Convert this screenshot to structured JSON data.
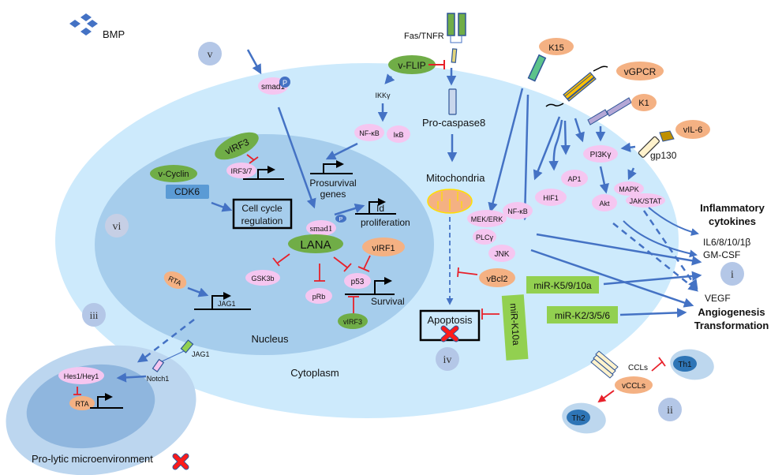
{
  "title": "KSHV signaling pathway diagram",
  "colors": {
    "cytoplasm": "#cdeafc",
    "nucleus": "#a6cdec",
    "arrow": "#4472c4",
    "inhibit": "#e8202a",
    "pink_node": "#f5c6f0",
    "green_node": "#70ad47",
    "orange_node": "#f4b183",
    "cdk_box": "#5b9bd5",
    "mirna_box": "#92d050",
    "roman_circle": "#b4c7e7"
  },
  "regions": {
    "nucleus": "Nucleus",
    "cytoplasm": "Cytoplasm",
    "microenvironment": "Pro-lytic microenvironment"
  },
  "roman_labels": [
    "i",
    "ii",
    "iii",
    "iv",
    "v",
    "vi"
  ],
  "ligands": {
    "bmp": "BMP",
    "fas": "Fas/TNFR",
    "k15": "K15",
    "vgpcr": "vGPCR",
    "k1": "K1",
    "vil6": "vIL-6",
    "gp130": "gp130"
  },
  "nodes": {
    "smad1_top": "smad1",
    "smad1_nuc": "smad1",
    "p": "P",
    "vflip": "v-FLIP",
    "ikk": "IKKγ",
    "nfkb_left": "NF-κB",
    "ikb": "IκB",
    "procaspase": "Pro-caspase8",
    "mitochondria": "Mitochondria",
    "virf3_top": "vIRF3",
    "irf37": "IRF3/7",
    "vcyclin": "v-Cyclin",
    "cdk6": "CDK6",
    "cellcycle_1": "Cell cycle",
    "cellcycle_2": "regulation",
    "prosurvival_1": "Prosurvival",
    "prosurvival_2": "genes",
    "id": "Id",
    "proliferation": "proliferation",
    "lana": "LANA",
    "virf1": "vIRF1",
    "gsk3b": "GSK3b",
    "prb": "pRb",
    "p53": "p53",
    "survival": "Survival",
    "virf3_bottom": "vIRF3",
    "rta_nuc": "RTA",
    "jag1_gene": "JAG1",
    "jag1_mem": "JAG1",
    "notch1": "Notch1",
    "hes1": "Hes1/Hey1",
    "rta_micro": "RTA",
    "apoptosis": "Apoptosis",
    "vbcl2": "vBcl2",
    "mir_k10a": "miR-K10a",
    "mir_k5": "miR-K5/9/10a",
    "mir_k2": "miR-K2/3/5/6",
    "mek": "MEK/ERK",
    "nfkb_right": "NF-κB",
    "plcg": "PLCγ",
    "jnk": "JNK",
    "hif1": "HIF1",
    "ap1": "AP1",
    "pi3k": "PI3Kγ",
    "akt": "Akt",
    "mapk": "MAPK",
    "jakstat": "JAK/STAT",
    "ccls": "CCLs",
    "vccls": "vCCLs",
    "th1": "Th1",
    "th2": "Th2"
  },
  "outputs": {
    "inflam_1": "Inflammatory",
    "inflam_2": "cytokines",
    "il": "IL6/8/10/1β",
    "gmcsf": "GM-CSF",
    "vegf": "VEGF",
    "angio": "Angiogenesis",
    "transform": "Transformation"
  }
}
